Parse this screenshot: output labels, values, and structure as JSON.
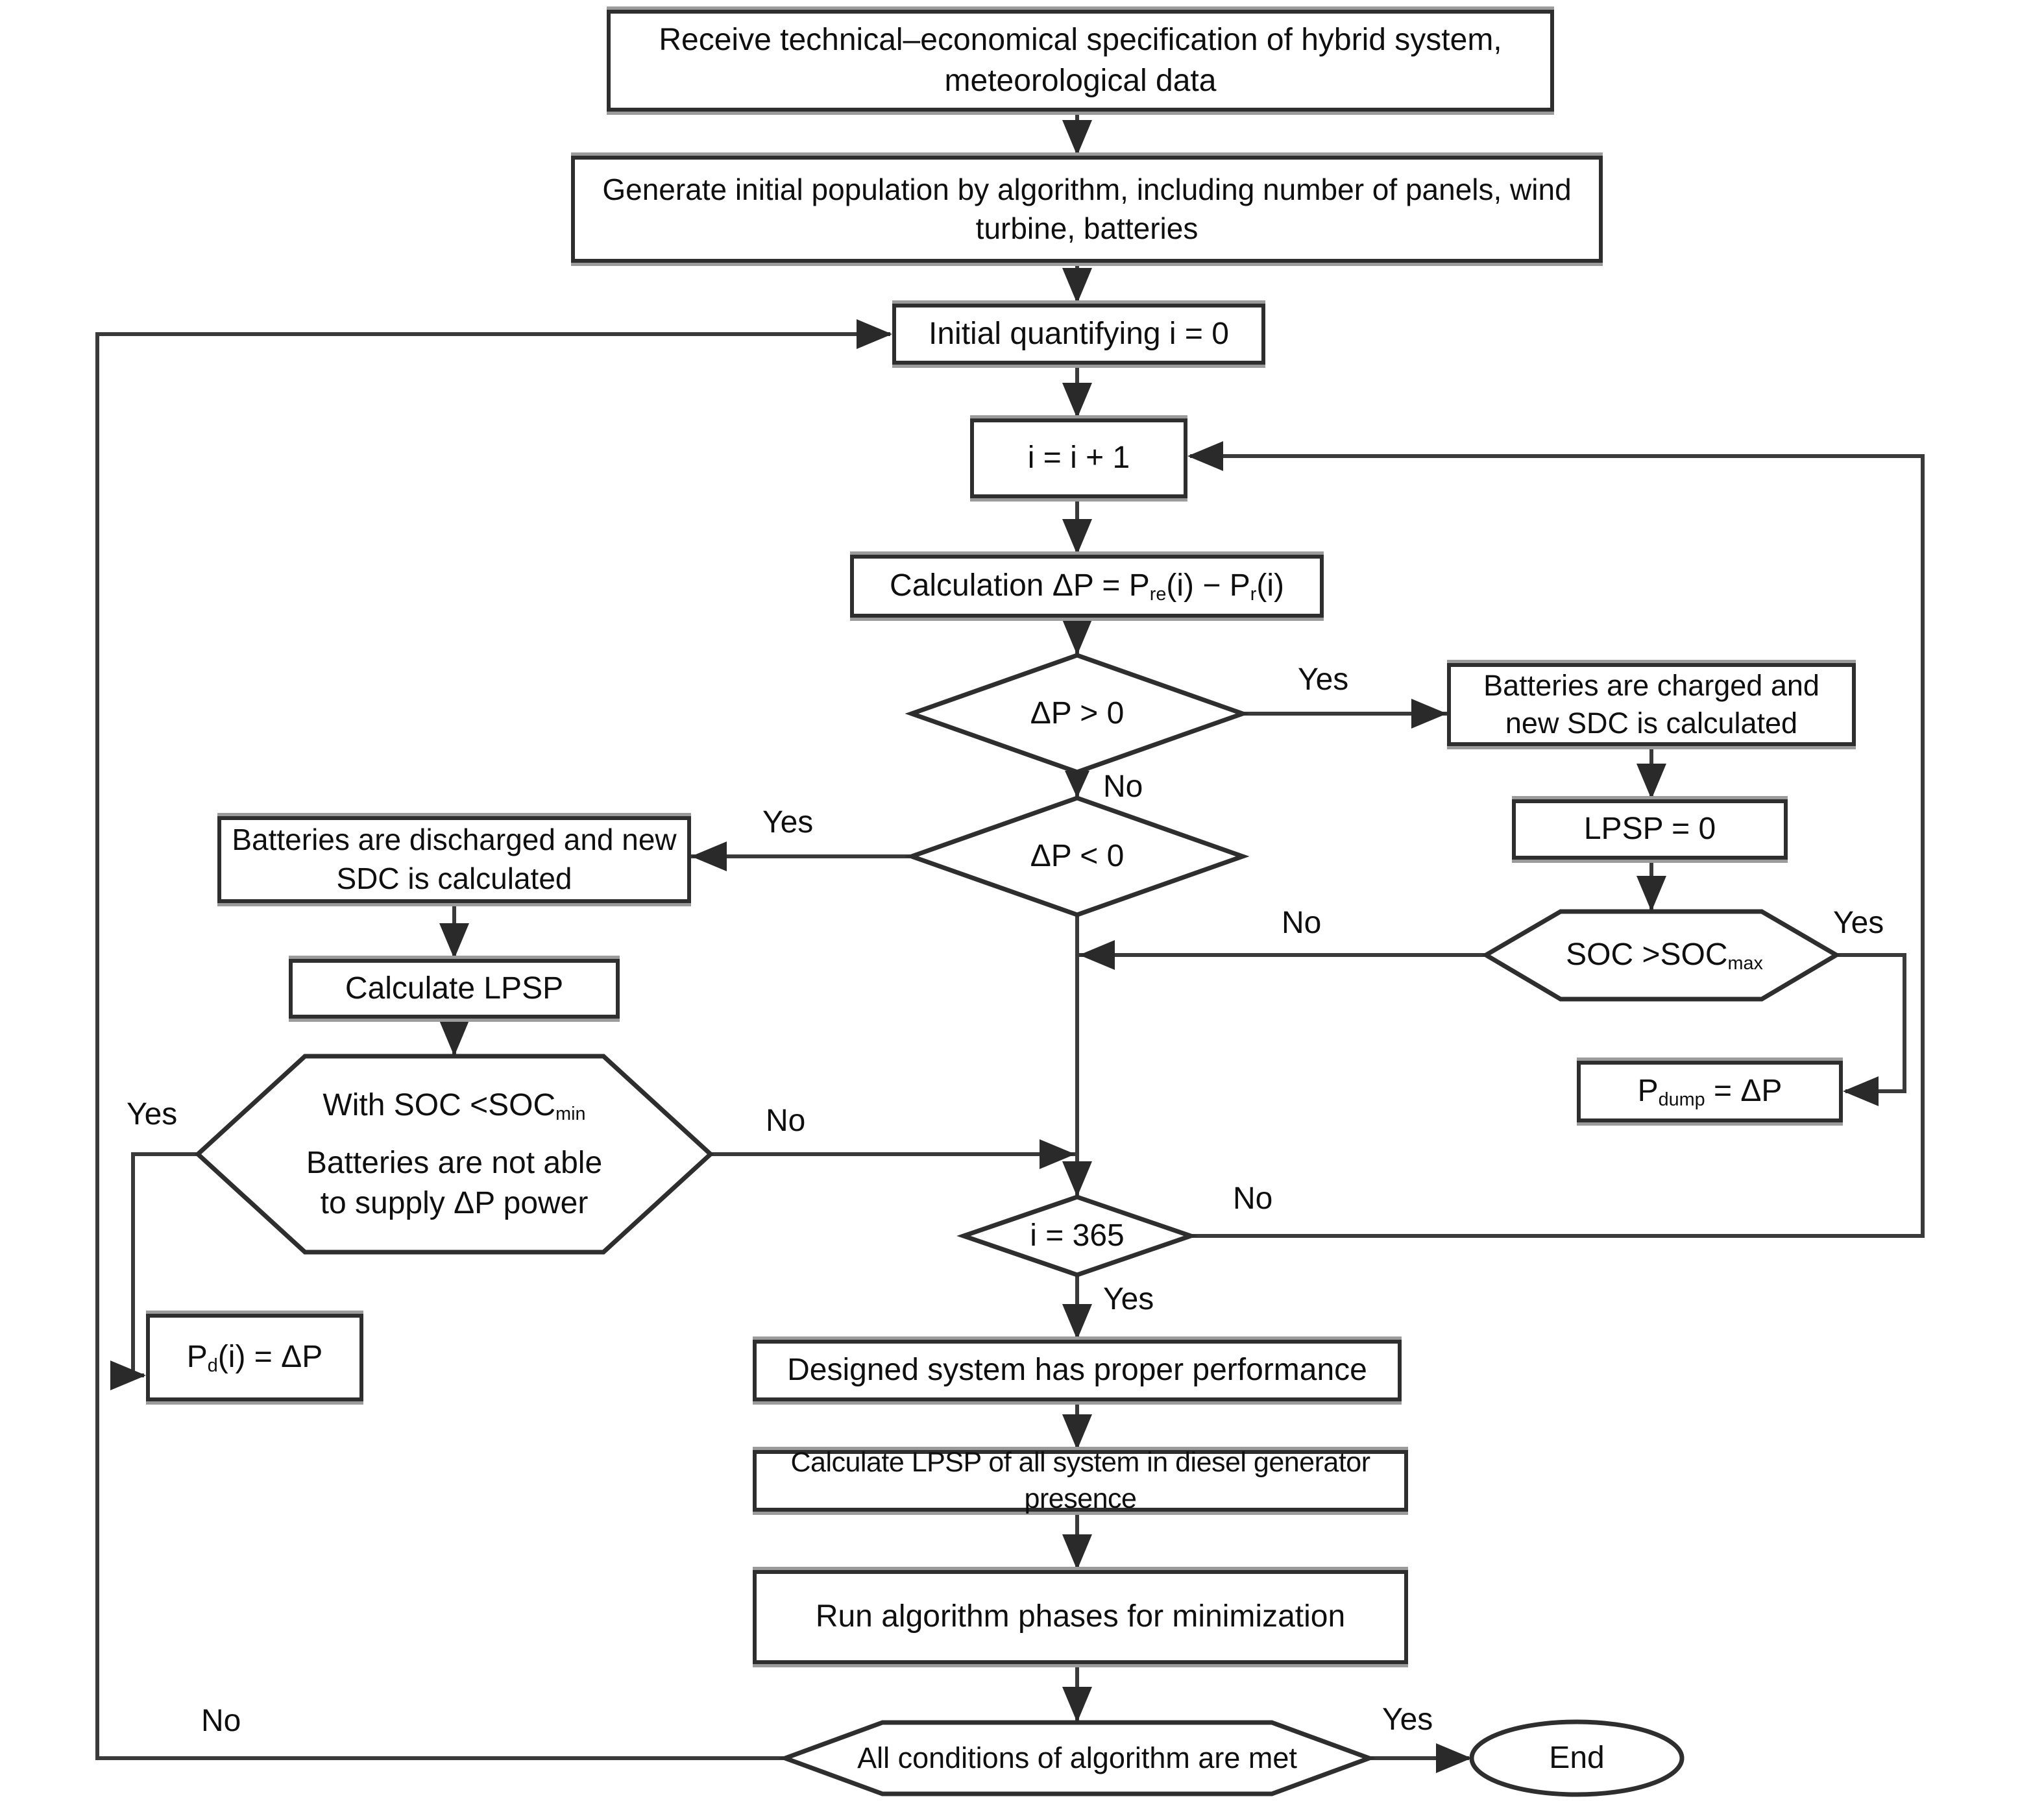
{
  "figure": {
    "type": "flowchart",
    "background": "#ffffff"
  },
  "colors": {
    "line": "#3a3a3a",
    "box_border": "#2e2e2e",
    "text": "#0f0f0f",
    "scan_shadow": "#9b9b9b"
  },
  "nodes": {
    "receive": {
      "shape": "rect",
      "text": "Receive technical–economical specification of hybrid system, meteorological data"
    },
    "generate": {
      "shape": "rect",
      "text": "Generate initial population by algorithm, including number of panels, wind turbine, batteries"
    },
    "initial_quantifying": {
      "shape": "rect",
      "text": "Initial quantifying i = 0"
    },
    "increment": {
      "shape": "rect",
      "text": "i = i + 1"
    },
    "calculation": {
      "shape": "rect",
      "rich": [
        {
          "t": "Calculation ΔP = P"
        },
        {
          "sub": "re"
        },
        {
          "t": "(i) − P"
        },
        {
          "sub": "r"
        },
        {
          "t": "(i)"
        }
      ]
    },
    "dp_positive": {
      "shape": "diamond",
      "text": "ΔP > 0"
    },
    "dp_negative": {
      "shape": "diamond",
      "text": "ΔP < 0"
    },
    "batteries_charged": {
      "shape": "rect",
      "text": "Batteries are charged and new SDC is calculated"
    },
    "lpsp_zero": {
      "shape": "rect",
      "text": "LPSP = 0"
    },
    "soc_above_max": {
      "shape": "hexagon",
      "rich": [
        {
          "t": "SOC >SOC"
        },
        {
          "sub": "max"
        }
      ]
    },
    "p_dump": {
      "shape": "rect",
      "rich": [
        {
          "t": "P"
        },
        {
          "sub": "dump"
        },
        {
          "t": " = ΔP"
        }
      ]
    },
    "batteries_discharged": {
      "shape": "rect",
      "text": "Batteries are discharged and new SDC is calculated"
    },
    "calculate_lpsp": {
      "shape": "rect",
      "text": "Calculate LPSP"
    },
    "soc_below_min": {
      "shape": "hexagon",
      "rich": [
        {
          "t": "With SOC <SOC"
        },
        {
          "sub": "min"
        }
      ],
      "line2": "Batteries are not able",
      "line3": "to supply ΔP power"
    },
    "p_deficit": {
      "shape": "rect",
      "rich": [
        {
          "t": "P"
        },
        {
          "sub": "d"
        },
        {
          "t": "(i) = ΔP"
        }
      ]
    },
    "day_check": {
      "shape": "diamond",
      "text": "i = 365"
    },
    "designed_ok": {
      "shape": "rect",
      "text": "Designed system has proper performance"
    },
    "calculate_lpsp_diesel": {
      "shape": "rect",
      "text": "Calculate LPSP of all system in diesel generator presence"
    },
    "run_minimization": {
      "shape": "rect",
      "text": "Run algorithm phases for minimization"
    },
    "all_conditions_met": {
      "shape": "hexagon",
      "text": "All conditions of algorithm are met"
    },
    "end": {
      "shape": "terminator",
      "text": "End"
    }
  },
  "edge_labels": {
    "dp_positive_yes": "Yes",
    "dp_positive_no": "No",
    "dp_negative_yes": "Yes",
    "soc_above_max_no": "No",
    "soc_above_max_yes": "Yes",
    "soc_below_min_yes": "Yes",
    "soc_below_min_no": "No",
    "day_check_no": "No",
    "day_check_yes": "Yes",
    "loop_no": "No",
    "all_conditions_yes": "Yes"
  }
}
